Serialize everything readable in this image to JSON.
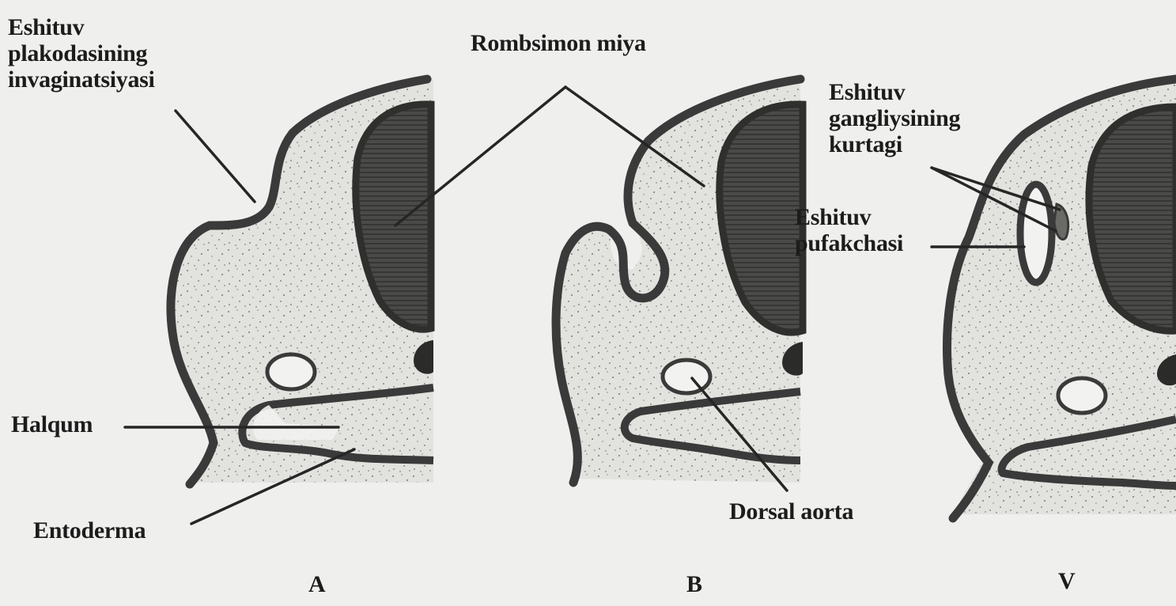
{
  "labels": {
    "invagination": [
      "Eshituv",
      "plakodasining",
      "invaginatsiyasi"
    ],
    "rhombencephalon": "Rombsimon miya",
    "pharynx": "Halqum",
    "endoderm": "Entoderma",
    "dorsal_aorta": "Dorsal aorta",
    "ganglion": [
      "Eshituv",
      "gangliysining",
      "kurtagi"
    ],
    "vesicle": [
      "Eshituv",
      "pufakchasi"
    ]
  },
  "panels": [
    "A",
    "B",
    "V"
  ],
  "colors": {
    "background": "#efefed",
    "tissue_fill": "#e2e2de",
    "outline": "#3a3a3a",
    "neural_tube": "#4a4a48",
    "text": "#1c1c1c"
  }
}
